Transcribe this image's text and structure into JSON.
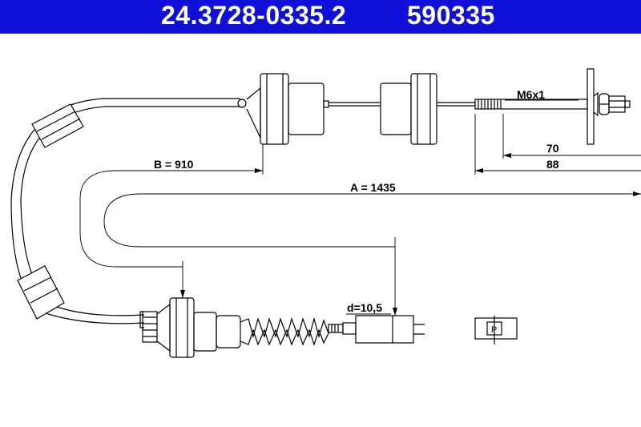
{
  "header": {
    "part_number": "24.3728-0335.2",
    "reference_number": "590335",
    "background_color": "#1010d8",
    "text_color": "#ffffff"
  },
  "dimensions": {
    "thread": "M6x1",
    "dim_70": "70",
    "dim_88": "88",
    "dim_b": "B = 910",
    "dim_a": "A = 1435",
    "dim_d": "d=10,5"
  },
  "end_symbol": {
    "label": "P"
  }
}
